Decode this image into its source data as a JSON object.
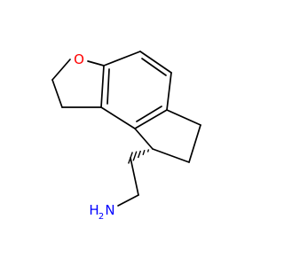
{
  "molecule": {
    "atoms": {
      "oxygen": {
        "symbol": "O",
        "color": "#ff0000"
      },
      "nitrogen": {
        "symbol": "N",
        "color": "#0000ff"
      },
      "amine_h2": {
        "symbol": "H",
        "subscript": "2",
        "color": "#0000ff"
      }
    },
    "bond_color": "#000000",
    "stereo_bond": "hashed-wedge"
  }
}
